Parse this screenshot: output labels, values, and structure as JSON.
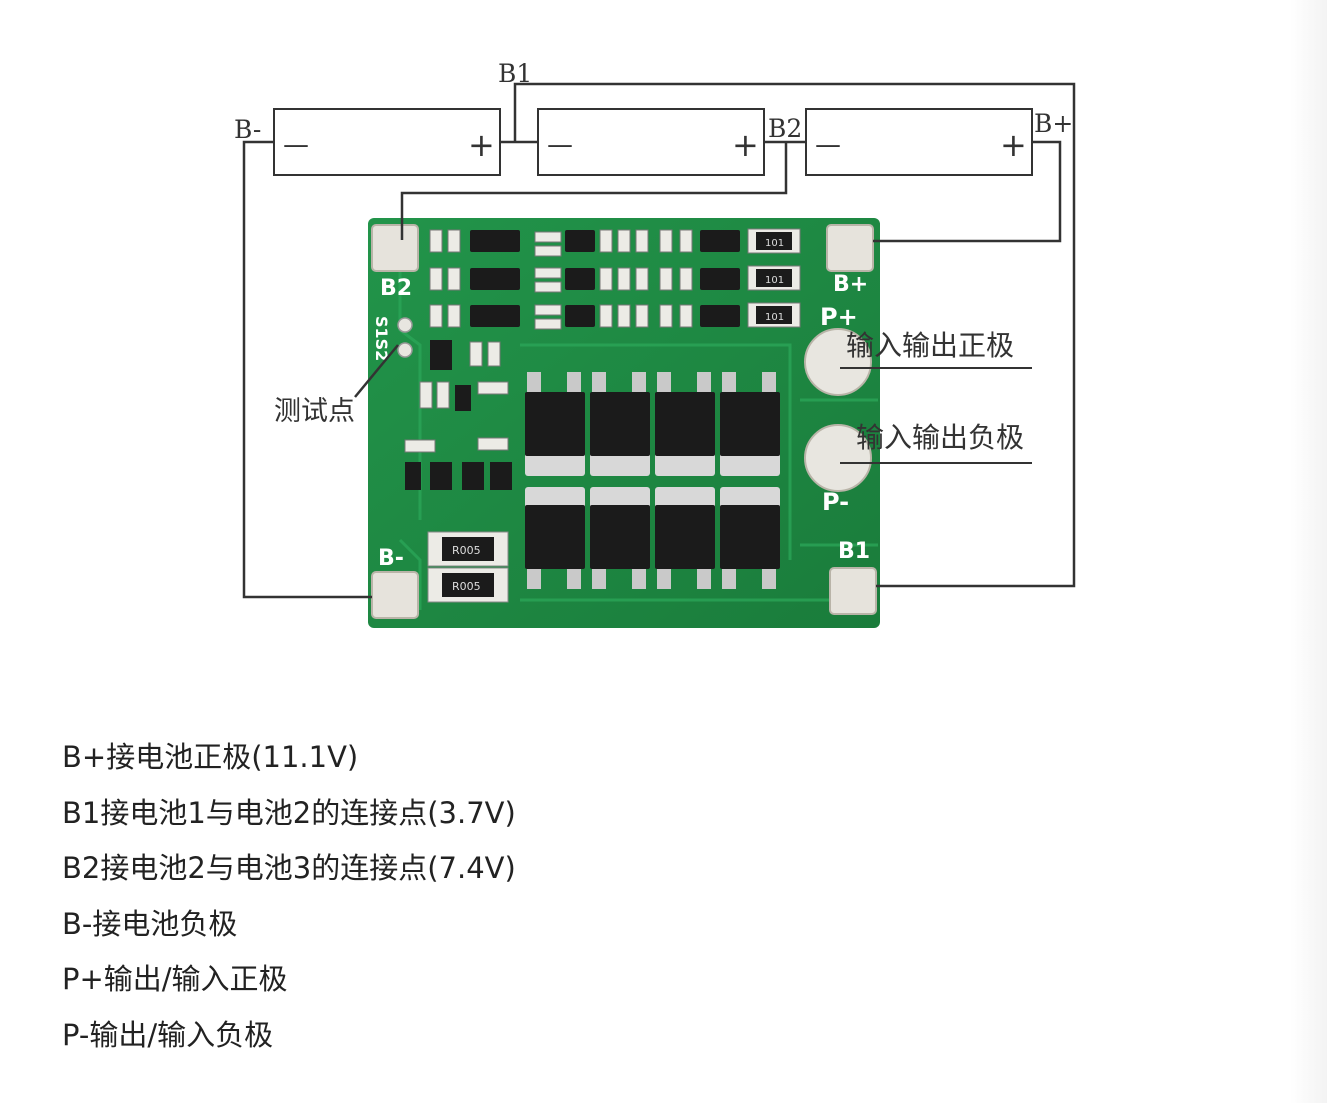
{
  "schematic": {
    "top_labels": {
      "b_minus": "B-",
      "b1": "B1",
      "b2": "B2",
      "b_plus": "B+"
    },
    "cells": [
      {
        "minus": "—",
        "plus": "+"
      },
      {
        "minus": "—",
        "plus": "+"
      },
      {
        "minus": "—",
        "plus": "+"
      }
    ]
  },
  "board": {
    "pads": {
      "b2": "B2",
      "b_plus": "B+",
      "p_plus": "P+",
      "b_minus": "B-",
      "p_minus": "P-",
      "b1": "B1"
    },
    "test_point_label": "S1S2",
    "resistor_codes": {
      "row": "101",
      "shunt": "R005"
    }
  },
  "callouts": {
    "test_point": "测试点",
    "io_positive": "输入输出正极",
    "io_negative": "输入输出负极"
  },
  "legend": [
    "B+接电池正极(11.1V)",
    "B1接电池1与电池2的连接点(3.7V)",
    "B2接电池2与电池3的连接点(7.4V)",
    "B-接电池负极",
    "P+输出/输入正极",
    "P-输出/输入负极"
  ],
  "colors": {
    "pcb": "#1f8a43",
    "pad": "#e6e3dc",
    "wire": "#333333",
    "mosfet": "#1b1b1b"
  }
}
